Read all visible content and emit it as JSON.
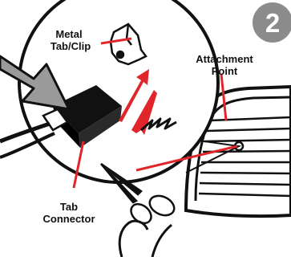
{
  "step_badge": {
    "number": "2"
  },
  "labels": {
    "metal_tab_line1": "Metal",
    "metal_tab_line2": "Tab/Clip",
    "attachment_line1": "Attachment",
    "attachment_line2": "Point",
    "tab_line1": "Tab",
    "tab_line2": "Connector"
  },
  "colors": {
    "callout_red": "#e0262b",
    "badge_gray": "#8b8b8b",
    "arrow_gray": "#9a9a9a",
    "ink": "#111111"
  },
  "icons": {
    "pointer": "large-gray-arrow-icon",
    "tool": "scissors-icon",
    "motion": "double-arrow-icon"
  }
}
